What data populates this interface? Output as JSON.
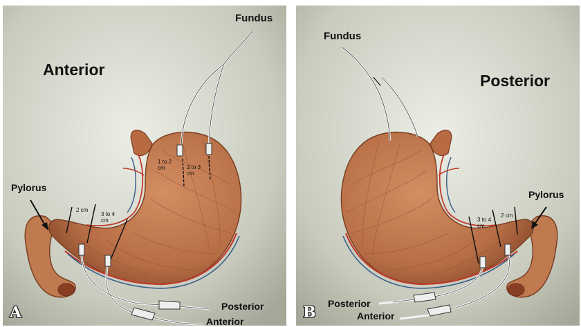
{
  "panel_a": {
    "letter": "A",
    "view_label": "Anterior",
    "fundus_label": "Fundus",
    "pylorus_label": "Pylorus",
    "distance_fundus_1": "1 to 2\ncm",
    "distance_fundus_2": "2 to 3\ncm",
    "distance_antrum_1": "2 cm",
    "distance_antrum_2": "3 to 4\ncm",
    "lead_posterior": "Posterior",
    "lead_anterior": "Anterior"
  },
  "panel_b": {
    "letter": "B",
    "view_label": "Posterior",
    "fundus_label": "Fundus",
    "pylorus_label": "Pylorus",
    "distance_antrum_1": "3 to 4\ncm",
    "distance_antrum_2": "2 cm",
    "lead_posterior": "Posterior",
    "lead_anterior": "Anterior"
  },
  "colors": {
    "background_light": "#e9ebe3",
    "background_dark": "#9ea292",
    "stomach": "#c47a52",
    "stomach_dark": "#8a4a2c",
    "vessel_red": "#c0392b",
    "vessel_blue": "#3a5f8a",
    "lead_wire": "#f2f2f2"
  }
}
